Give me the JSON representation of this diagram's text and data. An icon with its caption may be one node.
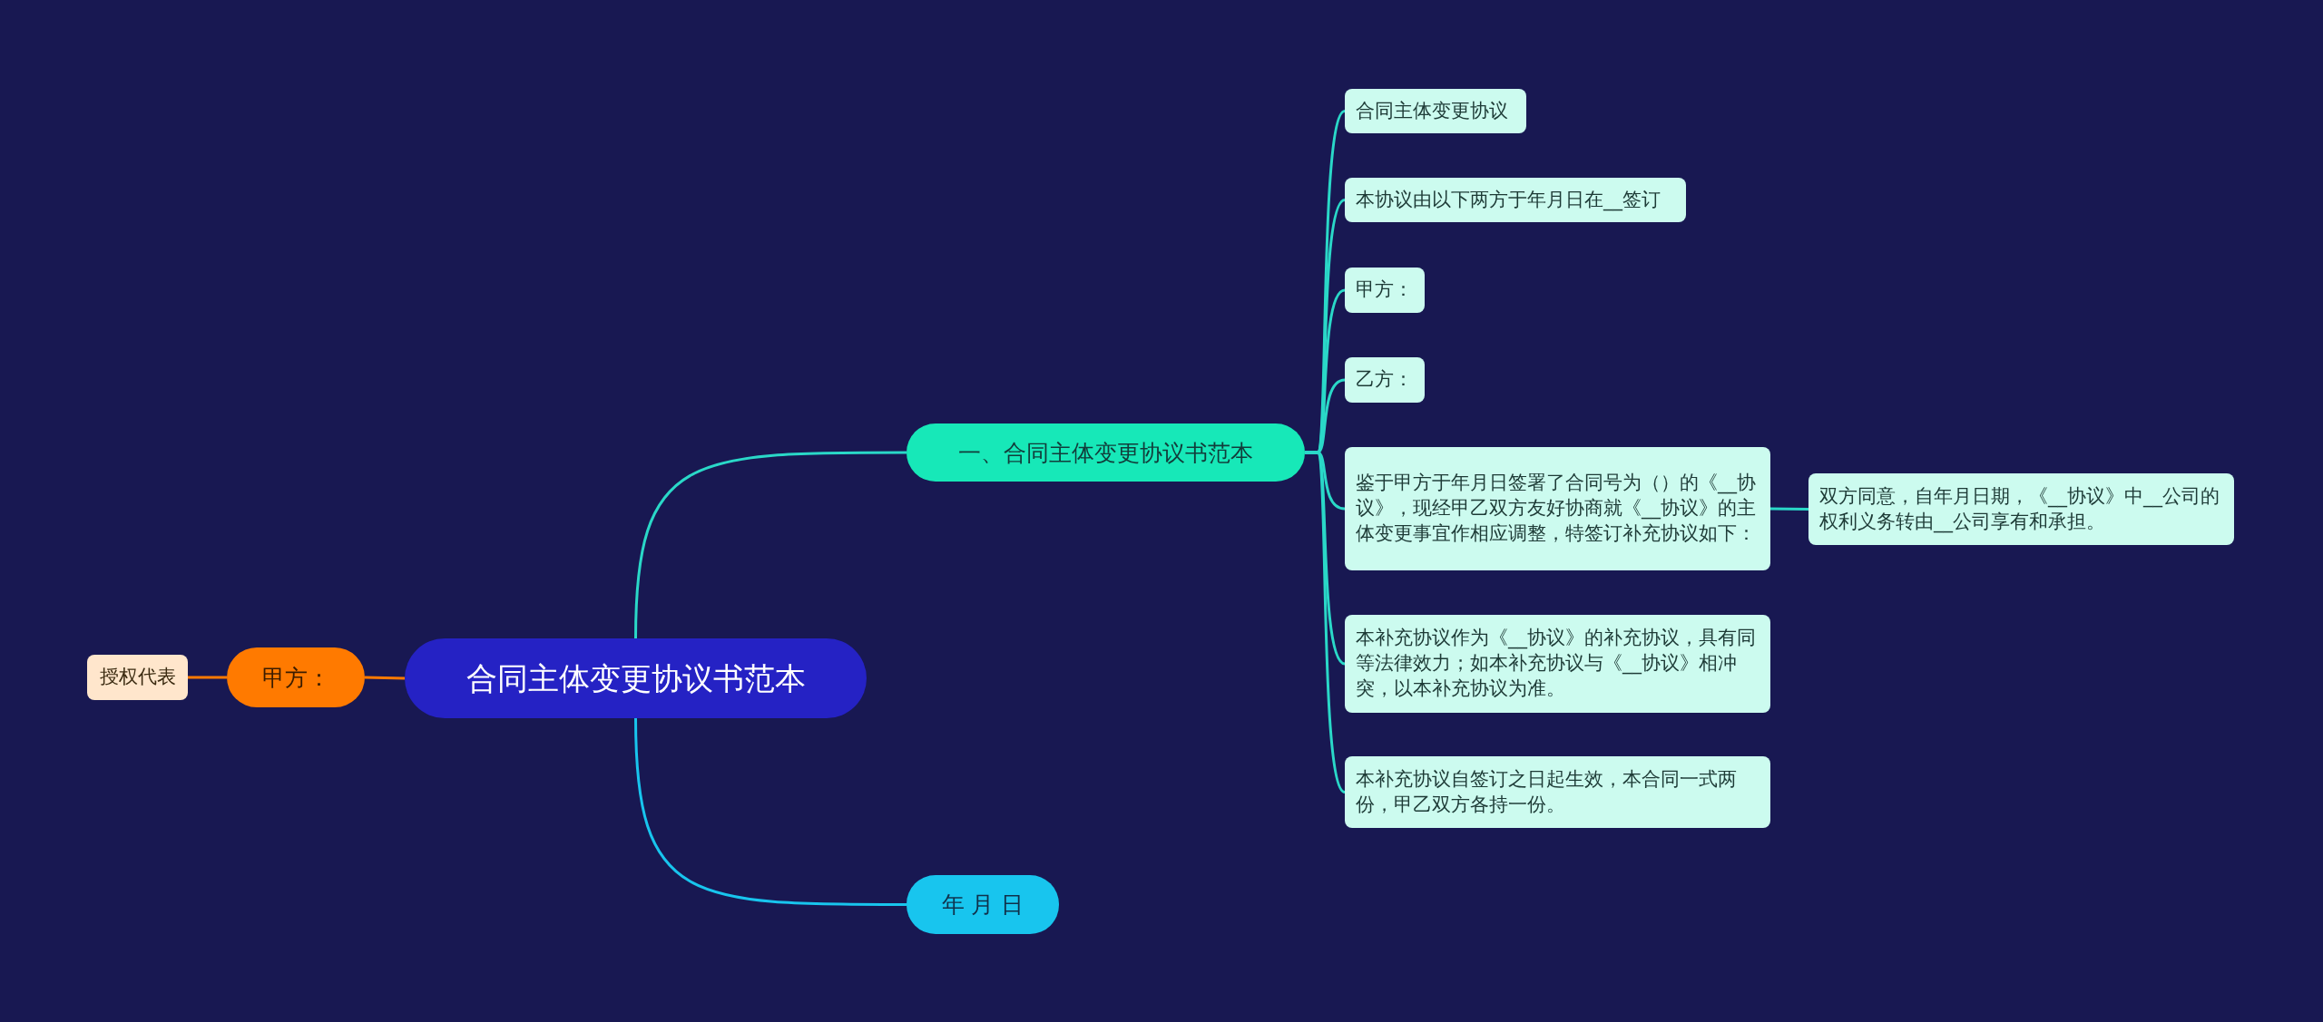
{
  "diagram": {
    "nodes": [
      {
        "text": [
          "合同主体变更协议书范本"
        ]
      },
      {
        "text": [
          "甲方："
        ]
      },
      {
        "text": [
          "授权代表"
        ]
      },
      {
        "text": [
          "一、合同主体变更协议书范本"
        ]
      },
      {
        "text": [
          "年 月 日"
        ]
      },
      {
        "text": [
          "合同主体变更协议"
        ]
      },
      {
        "text": [
          "本协议由以下两方于年月日在__签订"
        ]
      },
      {
        "text": [
          "甲方："
        ]
      },
      {
        "text": [
          "乙方："
        ]
      },
      {
        "text": [
          "鉴于甲方于年月日签署了合同号为（）的《__协议》，现经甲乙双方友好协商就《__协议》的主体变更事宜作相应调整，特签订补充协议如下："
        ]
      },
      {
        "text": [
          "双方同意，自年月日期，《__协议》中__公司的权利义务转由__公司享有和承担。"
        ]
      },
      {
        "text": [
          "本补充协议作为《__协议》的补充协议，具有同等法律效力；如本补充协议与《__协议》相冲突，以本补充协议为准。"
        ]
      },
      {
        "text": [
          "本补充协议自签订之日起生效，本合同一式两份，甲乙双方各持一份。"
        ]
      }
    ],
    "edges": [
      {
        "from": 0,
        "to": 1,
        "arrow": "none",
        "color": "#ff7a00"
      },
      {
        "from": 1,
        "to": 2,
        "arrow": "none",
        "color": "#ff7a00"
      },
      {
        "from": 0,
        "to": 3,
        "arrow": "none"
      },
      {
        "from": 0,
        "to": 4,
        "arrow": "none",
        "color": "#18c5ee"
      },
      {
        "from": 3,
        "to": 5,
        "arrow": "none"
      },
      {
        "from": 3,
        "to": 6,
        "arrow": "none"
      },
      {
        "from": 3,
        "to": 7,
        "arrow": "none"
      },
      {
        "from": 3,
        "to": 8,
        "arrow": "none"
      },
      {
        "from": 3,
        "to": 9,
        "arrow": "none"
      },
      {
        "from": 9,
        "to": 10,
        "arrow": "none"
      },
      {
        "from": 3,
        "to": 11,
        "arrow": "none"
      },
      {
        "from": 3,
        "to": 12,
        "arrow": "none"
      }
    ]
  }
}
